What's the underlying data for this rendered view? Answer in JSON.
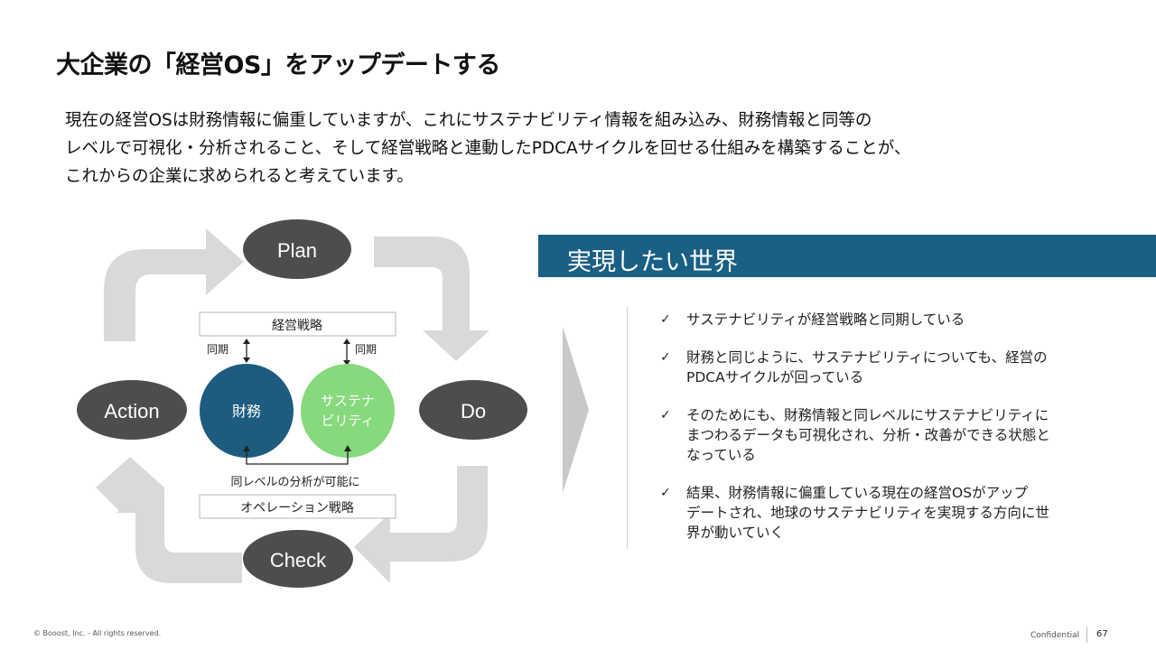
{
  "title": "大企業の「経営OS」をアップデートする",
  "intro": [
    "現在の経営OSは財務情報に偏重していますが、これにサステナビリティ情報を組み込み、財務情報と同等の",
    "レベルで可視化・分析されること、そして経営戦略と連動したPDCAサイクルを回せる仕組みを構築することが、",
    "これからの企業に求められると考えています。"
  ],
  "cycle": {
    "plan": "Plan",
    "do": "Do",
    "check": "Check",
    "action": "Action"
  },
  "center": {
    "strategy_box": "経営戦略",
    "sync_left": "同期",
    "sync_right": "同期",
    "finance": "財務",
    "sustain_line1": "サステナ",
    "sustain_line2": "ビリティ",
    "same_level": "同レベルの分析が可能に",
    "operation_box": "オペレーション戦略"
  },
  "banner": "実現したい世界",
  "bullets": [
    [
      "サステナビリティが経営戦略と同期している"
    ],
    [
      "財務と同じように、サステナビリティについても、経営の",
      "PDCAサイクルが回っている"
    ],
    [
      "そのためにも、財務情報と同レベルにサステナビリティに",
      "まつわるデータも可視化され、分析・改善ができる状態と",
      "なっている"
    ],
    [
      "結果、財務情報に偏重している現在の経営OSがアップ",
      "デートされ、地球のサステナビリティを実現する方向に世",
      "界が動いていく"
    ]
  ],
  "check_mark": "✓",
  "footer": {
    "copyright": "© Booost, Inc. - All rights reserved.",
    "confidential": "Confidential",
    "page": "67"
  },
  "colors": {
    "node_dark": "#4d4d4d",
    "finance": "#1d5b7f",
    "sustain": "#86d97c",
    "banner": "#1a5f84",
    "arrow": "#d9d9d9"
  }
}
